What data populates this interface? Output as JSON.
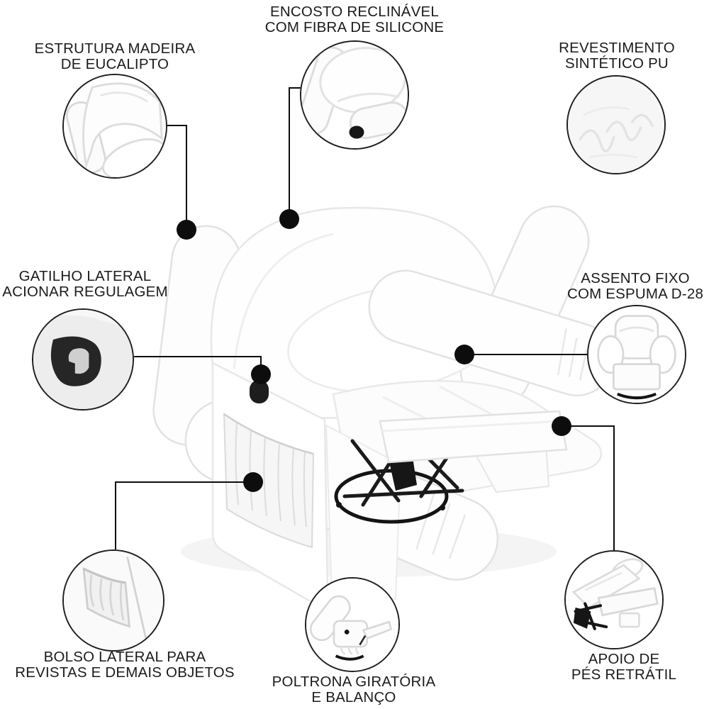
{
  "features": {
    "backrest": {
      "line1": "ENCOSTO RECLINÁVEL",
      "line2": "COM FIBRA DE SILICONE"
    },
    "frame": {
      "line1": "ESTRUTURA MADEIRA",
      "line2": "DE EUCALIPTO"
    },
    "upholstery": {
      "line1": "REVESTIMENTO",
      "line2": "SINTÉTICO PU"
    },
    "trigger": {
      "line1": "GATILHO LATERAL",
      "line2": "ACIONAR REGULAGEM"
    },
    "seat": {
      "line1": "ASSENTO FIXO",
      "line2": "COM ESPUMA D-28"
    },
    "pocket": {
      "line1": "BOLSO LATERAL PARA",
      "line2": "REVISTAS E DEMAIS OBJETOS"
    },
    "swivel": {
      "line1": "POLTRONA GIRATÓRIA",
      "line2": "E BALANÇO"
    },
    "footrest": {
      "line1": "APOIO DE",
      "line2": "PÉS RETRÁTIL"
    }
  },
  "detail_photos": {
    "frame": "chair-back-corner-closeup",
    "backrest": "recliner-top-corner-closeup",
    "upholstery": "pu-leather-texture-closeup",
    "trigger": "side-trigger-handle-closeup",
    "seat": "armchair-front-view",
    "pocket": "side-pocket-pleats-closeup",
    "swivel": "recliner-side-view",
    "footrest": "extended-footrest-closeup"
  },
  "colors": {
    "background": "#ffffff",
    "text": "#1b1b1b",
    "callout_line": "#0d0d0d",
    "product_white": "#fdfdfd",
    "detail_black": "#1a1a1a"
  }
}
